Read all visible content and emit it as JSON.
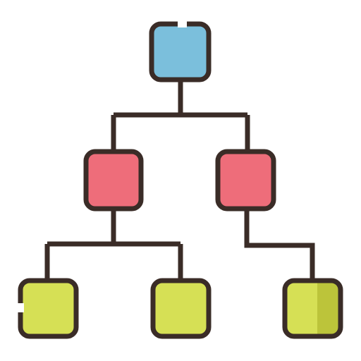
{
  "diagram": {
    "type": "hierarchy-tree-icon",
    "colors": {
      "outline": "#3a2c27",
      "root": "#7bbfdc",
      "middle": "#ee6d7a",
      "leaf": "#d6e055",
      "leaf_shade": "#bcc43a",
      "background": "#ffffff"
    },
    "nodes": [
      {
        "id": "root",
        "level": 0,
        "color_key": "root"
      },
      {
        "id": "middle-left",
        "level": 1,
        "parent": "root",
        "color_key": "middle"
      },
      {
        "id": "middle-right",
        "level": 1,
        "parent": "root",
        "color_key": "middle"
      },
      {
        "id": "leaf-1",
        "level": 2,
        "parent": "middle-left",
        "color_key": "leaf"
      },
      {
        "id": "leaf-2",
        "level": 2,
        "parent": "middle-left",
        "color_key": "leaf"
      },
      {
        "id": "leaf-3",
        "level": 2,
        "parent": "middle-right",
        "color_key": "leaf"
      }
    ]
  }
}
